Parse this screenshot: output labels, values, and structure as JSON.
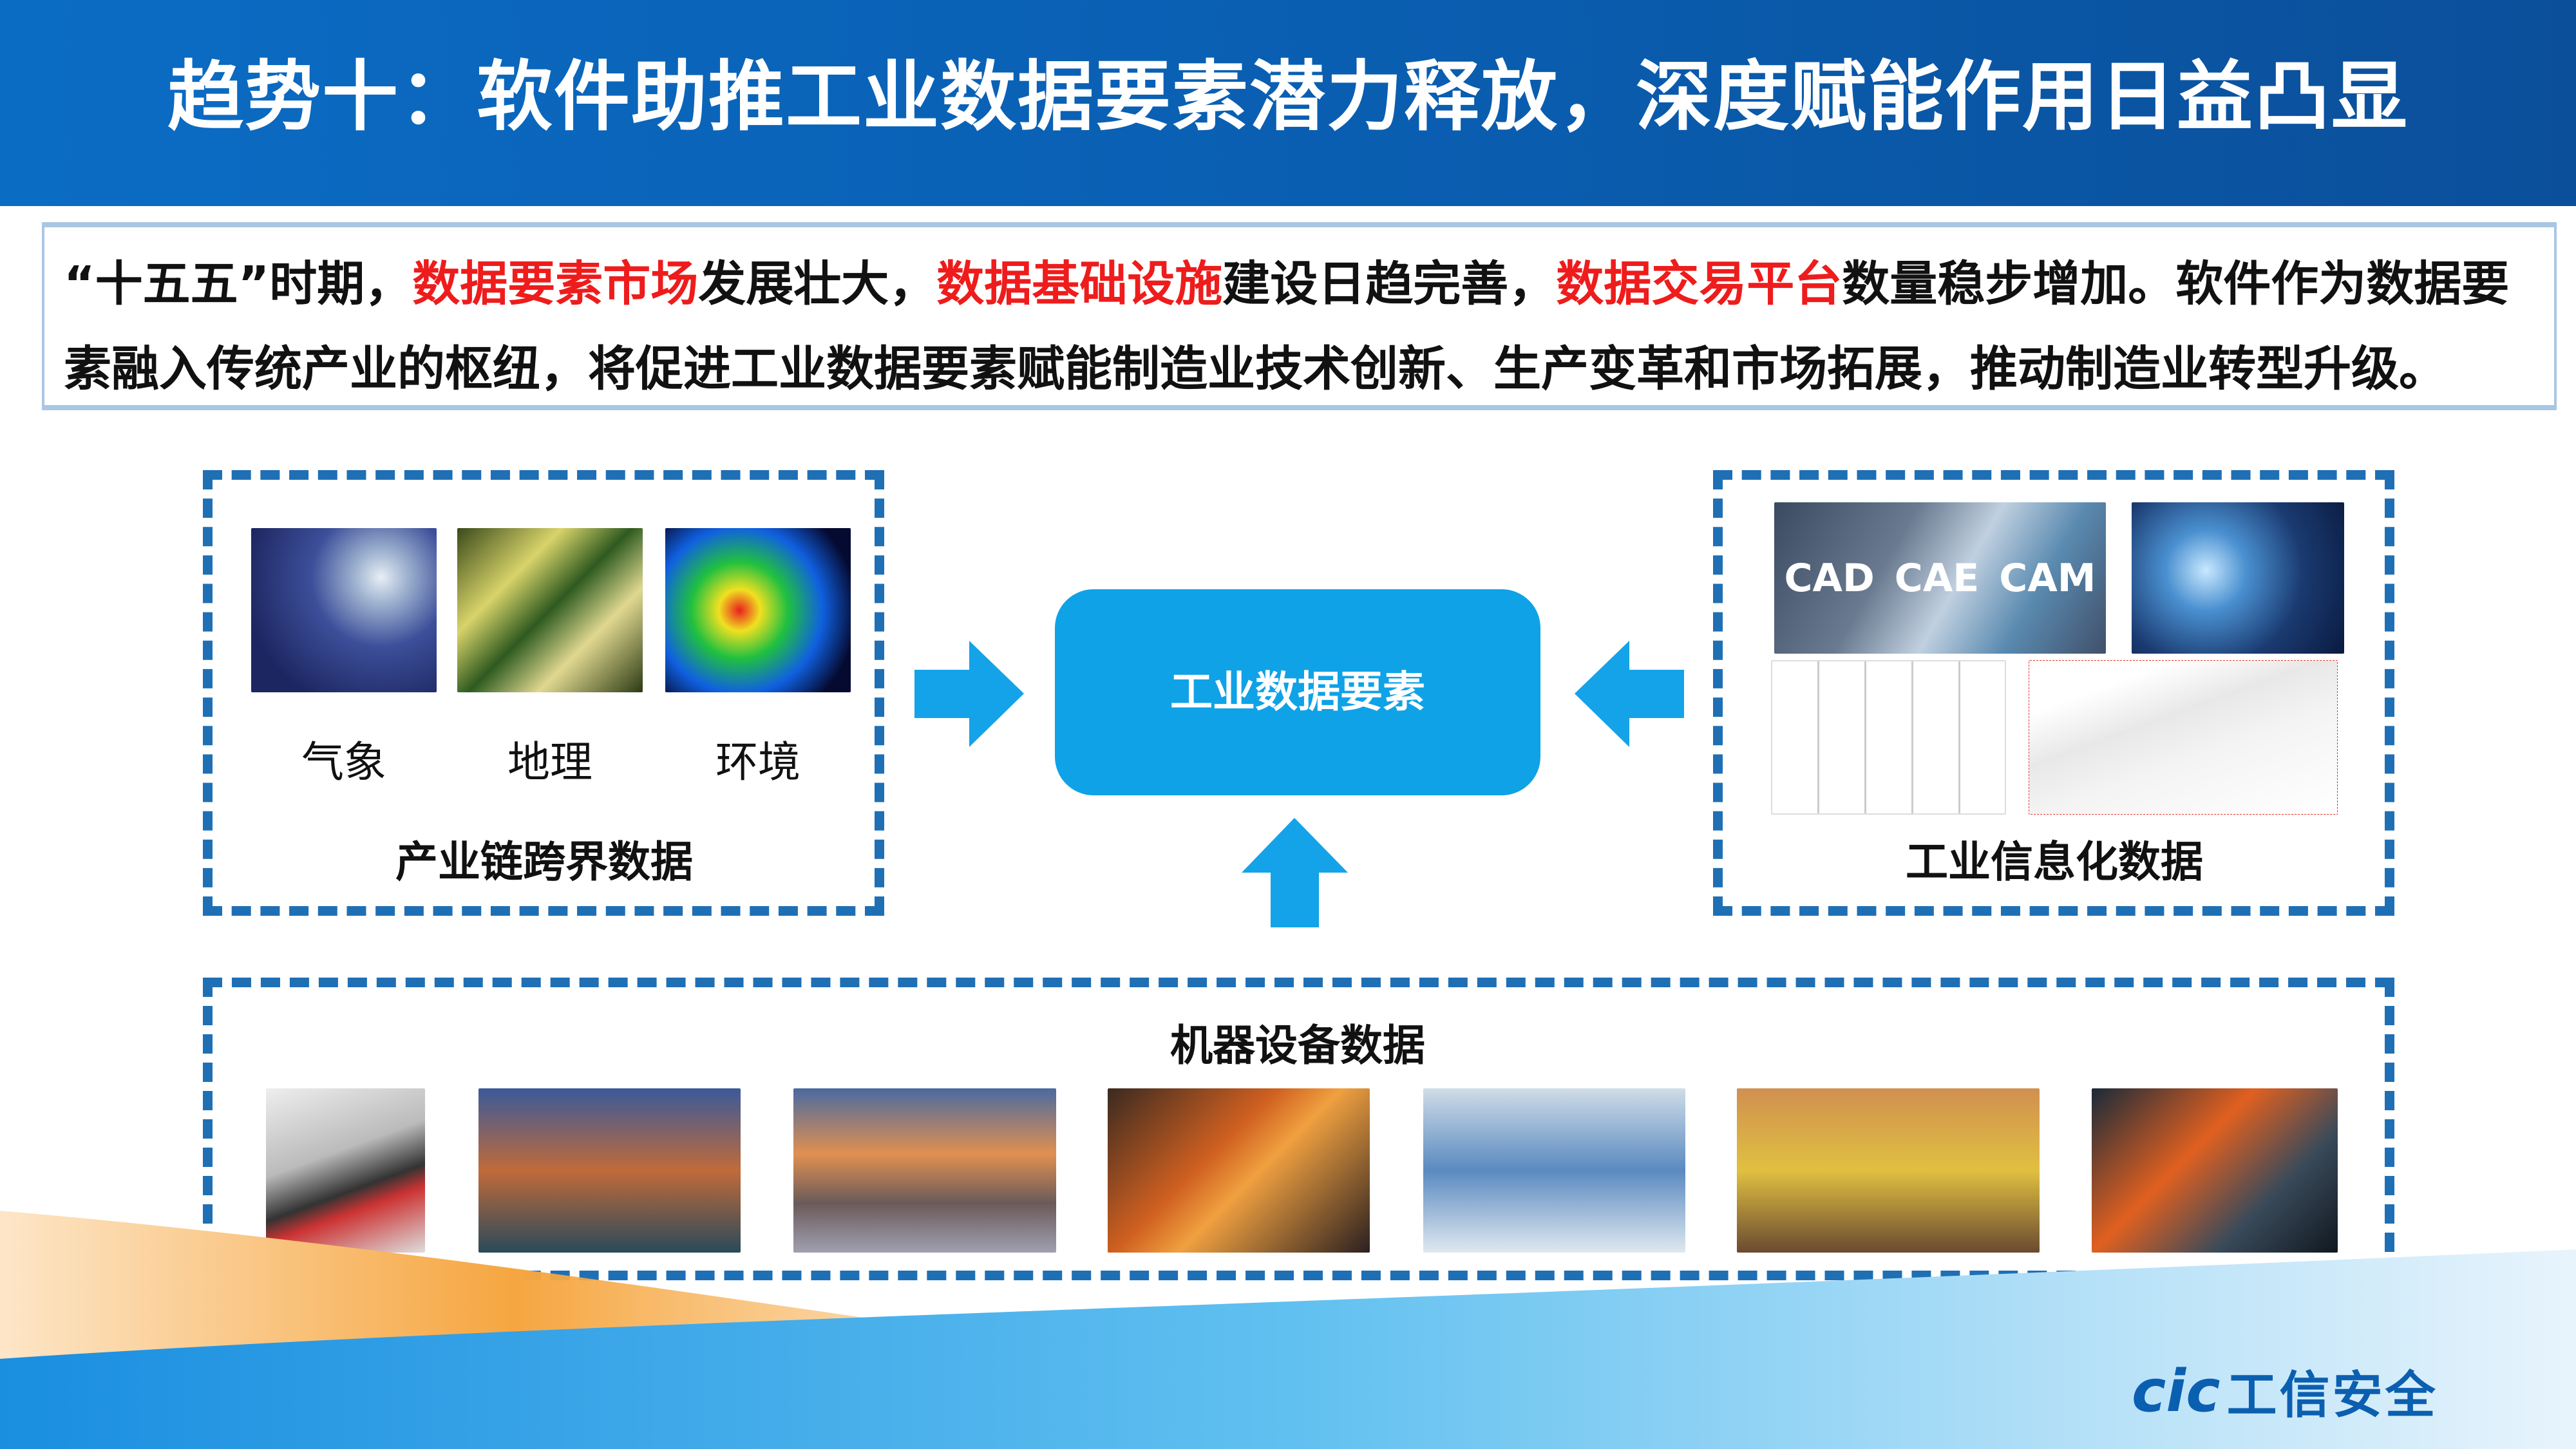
{
  "header": {
    "title": "趋势十：软件助推工业数据要素潜力释放，深度赋能作用日益凸显"
  },
  "intro": {
    "p1": "“十五五”时期，",
    "h1": "数据要素市场",
    "p2": "发展壮大，",
    "h2": "数据基础设施",
    "p3": "建设日趋完善，",
    "h3": "数据交易平台",
    "p4": "数量稳步增加。软件作为数据要素融入传统产业的枢纽，将促进工业数据要素赋能制造业技术创新、生产变革和市场拓展，推动制造业转型升级。",
    "highlight_color": "#ee1c1c"
  },
  "left_panel": {
    "items": [
      {
        "label": "气象"
      },
      {
        "label": "地理"
      },
      {
        "label": "环境"
      }
    ],
    "caption": "产业链跨界数据"
  },
  "center": {
    "label": "工业数据要素",
    "color": "#0fa2e6"
  },
  "right_panel": {
    "software_labels": [
      "CAD",
      "CAE",
      "CAM"
    ],
    "caption": "工业信息化数据"
  },
  "bottom_panel": {
    "caption": "机器设备数据",
    "image_count": 7
  },
  "logo": {
    "mark": "cic",
    "text": "工信安全"
  },
  "colors": {
    "header": "#0b5fb0",
    "dash": "#1f6fb5",
    "arrow": "#14a3e8"
  }
}
